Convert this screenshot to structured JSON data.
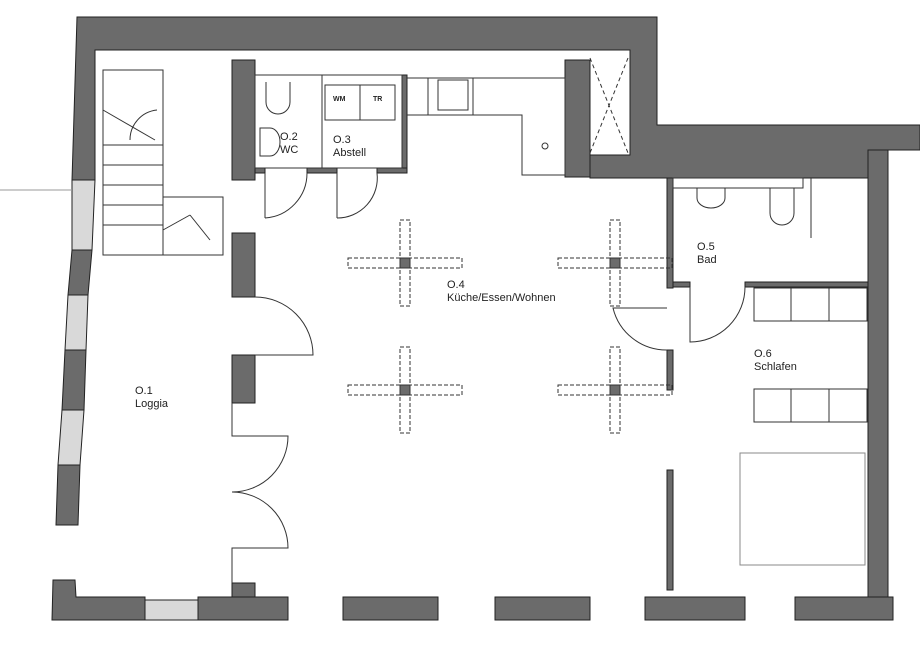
{
  "colors": {
    "wall": "#6b6b6b",
    "window": "#d9d9d9",
    "line": "#333333"
  },
  "rooms": [
    {
      "number": "O.1",
      "name": "Loggia"
    },
    {
      "number": "O.2",
      "name": "WC"
    },
    {
      "number": "O.3",
      "name": "Abstell"
    },
    {
      "number": "O.4",
      "name": "Küche/Essen/Wohnen"
    },
    {
      "number": "O.5",
      "name": "Bad"
    },
    {
      "number": "O.6",
      "name": "Schlafen"
    }
  ],
  "appliances": {
    "washer": "WM",
    "dryer": "TR"
  }
}
